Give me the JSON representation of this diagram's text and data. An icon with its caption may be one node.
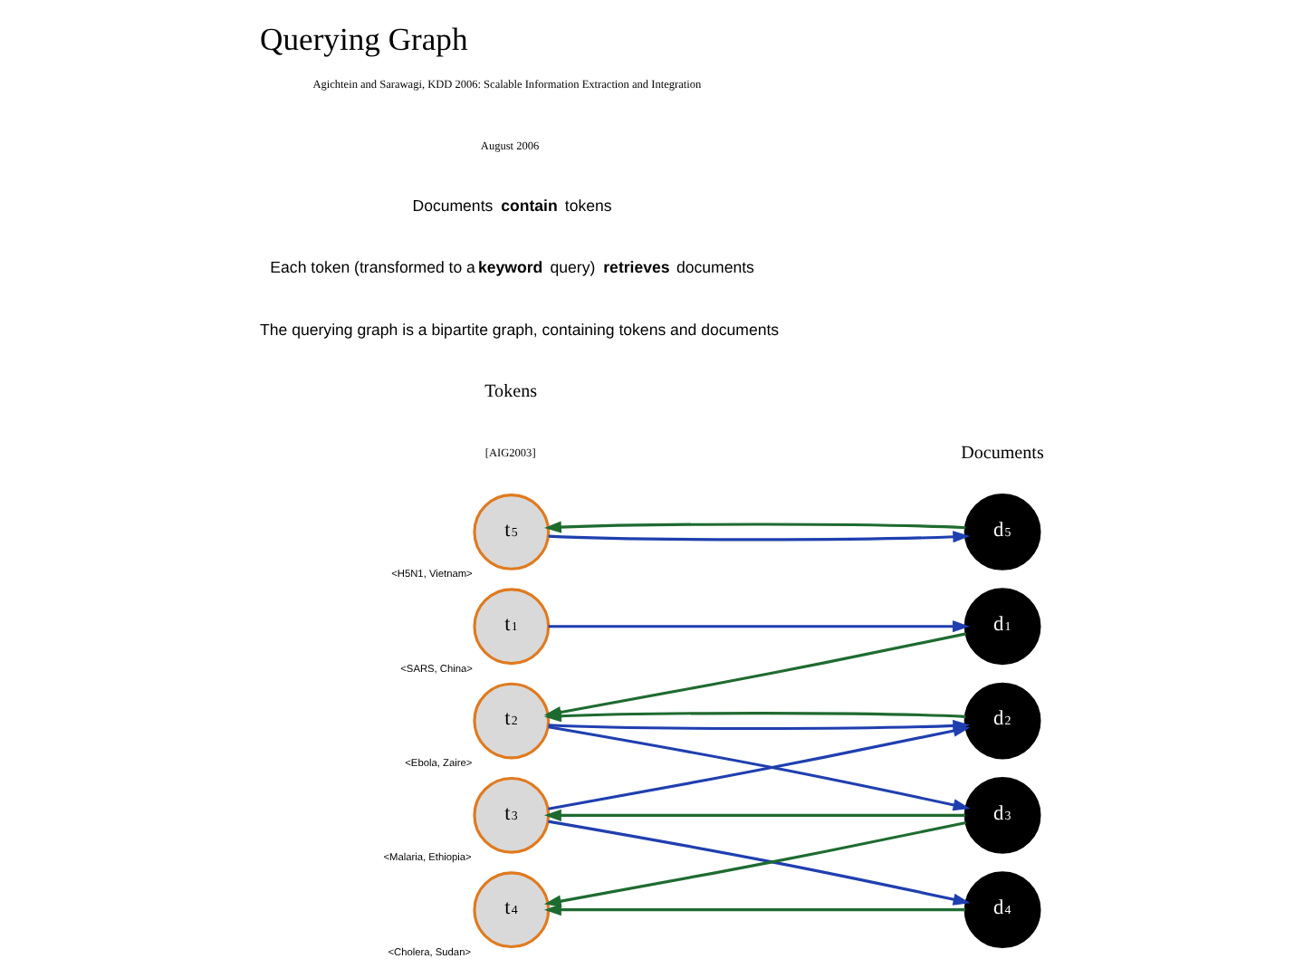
{
  "diagram": {
    "title": "Querying Graph",
    "nodes": [
      {
        "text": [
          "t$_{1}$"
        ],
        "beside": [
          "<SARS, China>"
        ]
      },
      {
        "text": [
          "t$_{2}$"
        ],
        "beside": [
          "<Ebola, Zaire>"
        ]
      },
      {
        "text": [
          "t$_{3}$"
        ],
        "beside": [
          "<Malaria, Ethiopia>"
        ]
      },
      {
        "text": [
          "t$_{4}$"
        ],
        "beside": [
          "<Cholera, Sudan>"
        ]
      },
      {
        "text": [
          "t$_{5}$"
        ],
        "beside": [
          "<H5N1, Vietnam>"
        ]
      },
      {
        "text": [
          "d$_{1}$"
        ]
      },
      {
        "text": [
          "d$_{2}$"
        ]
      },
      {
        "text": [
          "d$_{3}$"
        ]
      },
      {
        "text": [
          "d$_{4}$"
        ]
      },
      {
        "text": [
          "d$_{5}$"
        ]
      }
    ],
    "edges": [
      {
        "from": 0,
        "to": 5,
        "arrow": "to",
        "color": "#1f3fb0"
      },
      {
        "from": 5,
        "to": 1,
        "arrow": "to",
        "color": "#1e6b30"
      },
      {
        "from": 6,
        "to": 1,
        "arrow": "to",
        "color": "#1e6b30"
      },
      {
        "from": 1,
        "to": 6,
        "arrow": "to",
        "color": "#1f3fb0"
      },
      {
        "from": 1,
        "to": 7,
        "arrow": "to",
        "color": "#1f3fb0"
      },
      {
        "from": 2,
        "to": 6,
        "arrow": "to",
        "color": "#1f3fb0"
      },
      {
        "from": 7,
        "to": 2,
        "arrow": "to",
        "color": "#1e6b30"
      },
      {
        "from": 2,
        "to": 8,
        "arrow": "to",
        "color": "#1f3fb0"
      },
      {
        "from": 7,
        "to": 3,
        "arrow": "to",
        "color": "#1e6b30"
      },
      {
        "from": 8,
        "to": 3,
        "arrow": "to",
        "color": "#1e6b30"
      },
      {
        "from": 9,
        "to": 4,
        "arrow": "to",
        "color": "#1e6b30"
      },
      {
        "from": 4,
        "to": 9,
        "arrow": "to",
        "color": "#1f3fb0"
      }
    ],
    "labels": [
      "[AIG2003]",
      "Tokens",
      "Documents",
      "The querying graph is a bipartite graph, containing tokens and documents",
      "Each token (transformed to a **keyword** query) **retrieves** documents",
      "Documents **contain** tokens",
      "August 2006",
      "Agichtein and Sarawagi, KDD 2006: Scalable Information Extraction and Integration"
    ]
  }
}
